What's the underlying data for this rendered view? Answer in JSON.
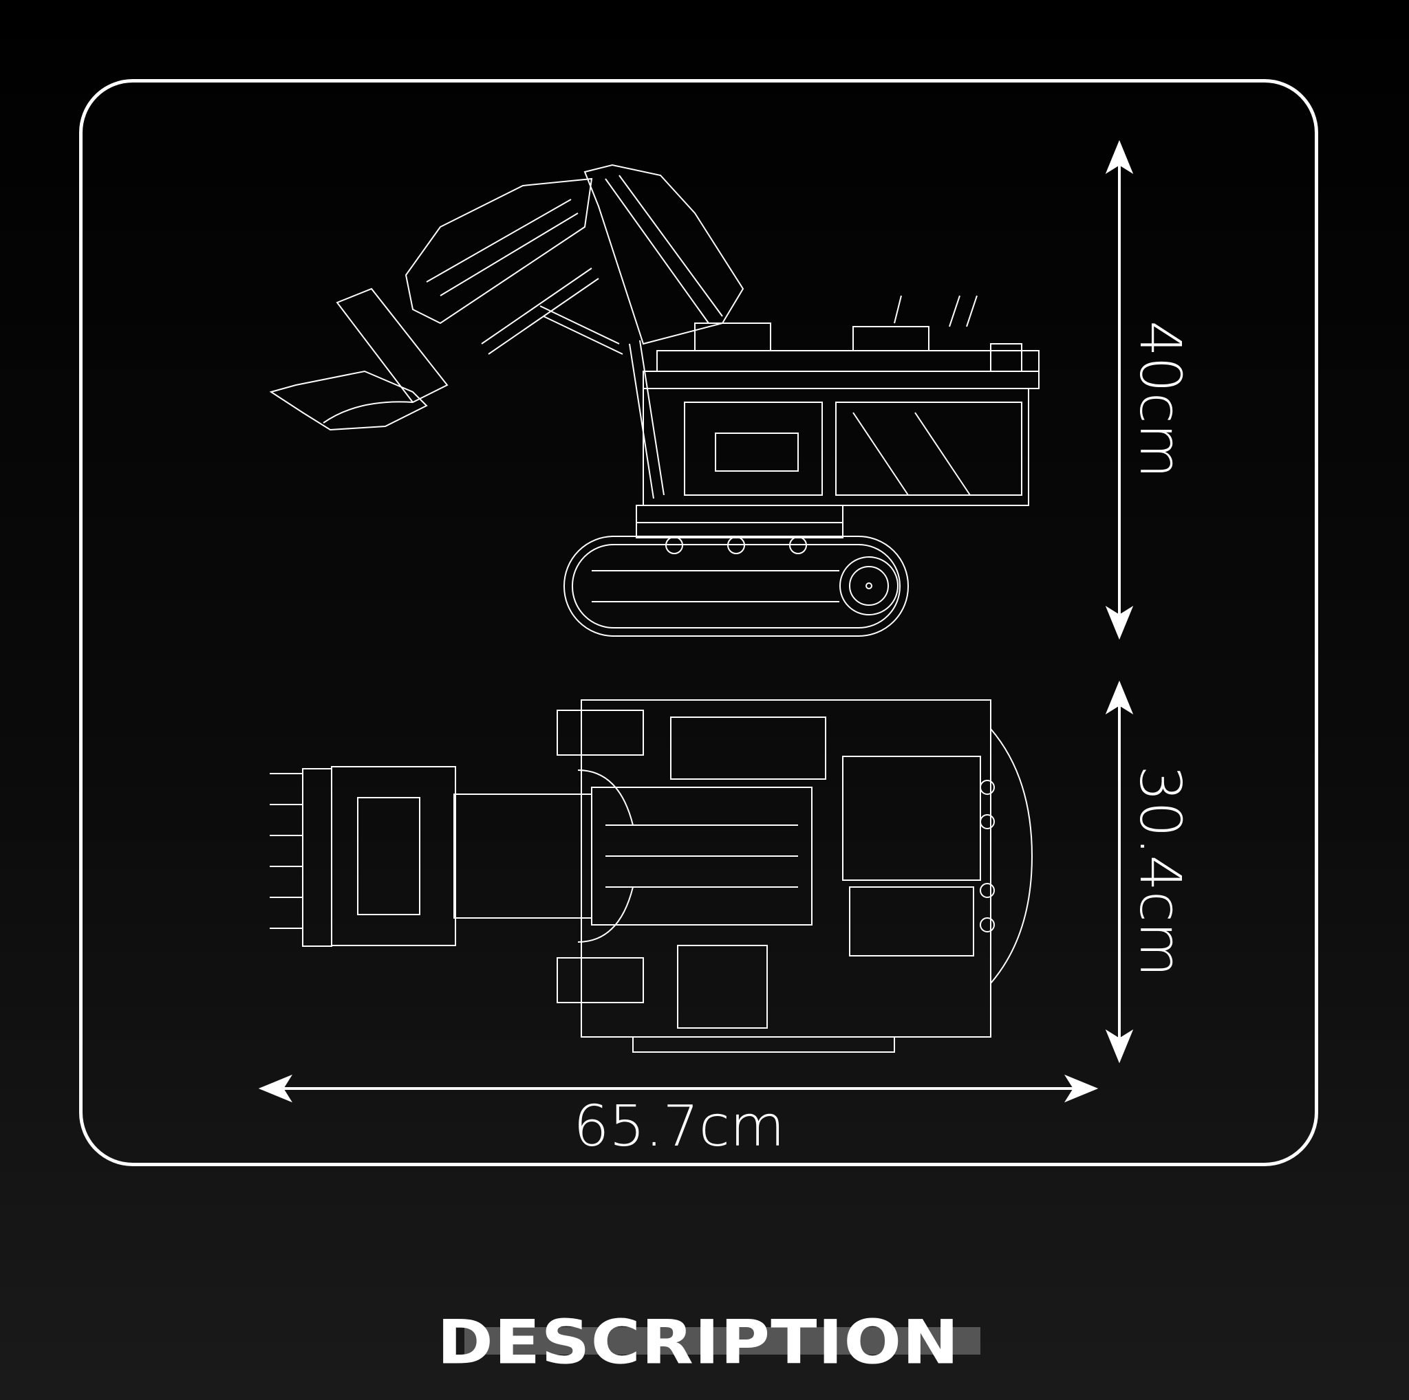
{
  "dimensions": {
    "height": "40cm",
    "width": "30.4cm",
    "length": "65.7cm"
  },
  "section_title": "DESCRIPTION",
  "colors": {
    "line": "#ffffff",
    "title_bar": "#555555",
    "background": "#000000"
  },
  "views": [
    "side-view-excavator-line-drawing",
    "top-view-excavator-line-drawing"
  ]
}
